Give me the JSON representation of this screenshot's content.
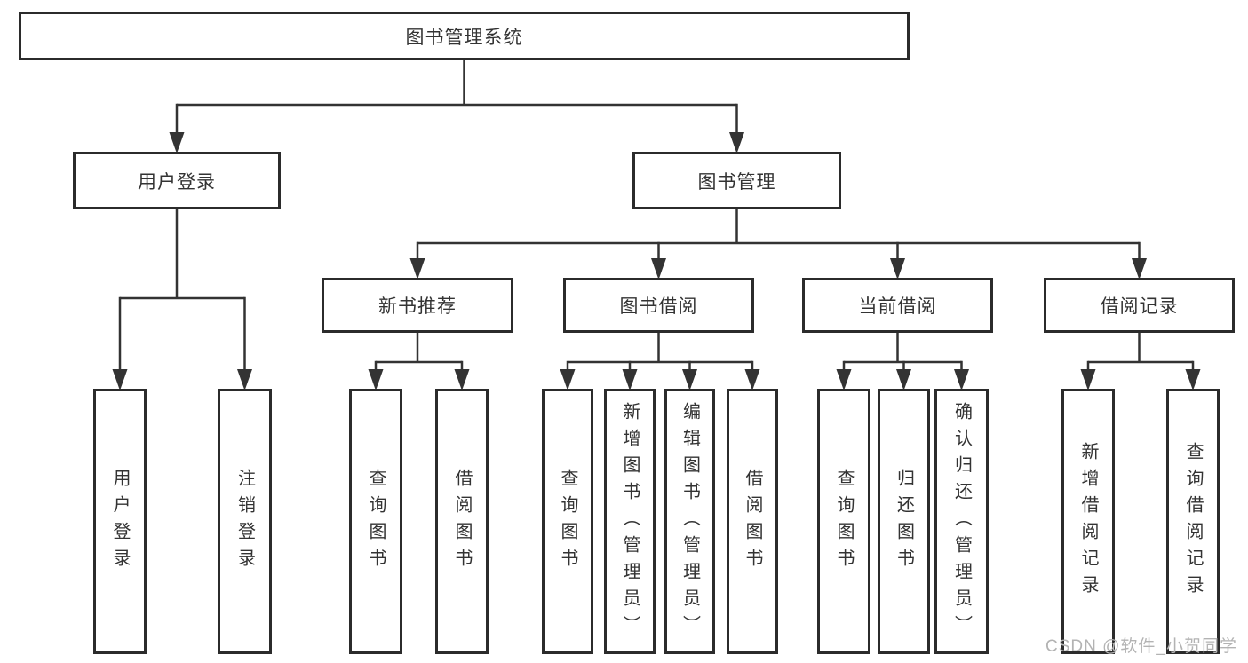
{
  "diagram": {
    "title": "图书管理系统",
    "nodes": [
      {
        "id": "root",
        "label": "图书管理系统",
        "parent": null
      },
      {
        "id": "user-login-branch",
        "label": "用户登录",
        "parent": "root"
      },
      {
        "id": "book-mgmt",
        "label": "图书管理",
        "parent": "root"
      },
      {
        "id": "new-book-rec",
        "label": "新书推荐",
        "parent": "book-mgmt"
      },
      {
        "id": "book-borrow",
        "label": "图书借阅",
        "parent": "book-mgmt"
      },
      {
        "id": "current-borrow",
        "label": "当前借阅",
        "parent": "book-mgmt"
      },
      {
        "id": "borrow-records",
        "label": "借阅记录",
        "parent": "book-mgmt"
      },
      {
        "id": "leaf-user-login",
        "label": "用户登录",
        "parent": "user-login-branch"
      },
      {
        "id": "leaf-logout",
        "label": "注销登录",
        "parent": "user-login-branch"
      },
      {
        "id": "leaf-query-books-rec",
        "label": "查询图书",
        "parent": "new-book-rec"
      },
      {
        "id": "leaf-borrow-books-rec",
        "label": "借阅图书",
        "parent": "new-book-rec"
      },
      {
        "id": "leaf-query-books-borrow",
        "label": "查询图书",
        "parent": "book-borrow"
      },
      {
        "id": "leaf-add-books",
        "label": "新增图书（管理员）",
        "parent": "book-borrow"
      },
      {
        "id": "leaf-edit-books",
        "label": "编辑图书（管理员）",
        "parent": "book-borrow"
      },
      {
        "id": "leaf-borrow-books",
        "label": "借阅图书",
        "parent": "book-borrow"
      },
      {
        "id": "leaf-query-books-current",
        "label": "查询图书",
        "parent": "current-borrow"
      },
      {
        "id": "leaf-return-books",
        "label": "归还图书",
        "parent": "current-borrow"
      },
      {
        "id": "leaf-confirm-return",
        "label": "确认归还（管理员）",
        "parent": "current-borrow"
      },
      {
        "id": "leaf-add-borrow-record",
        "label": "新增借阅记录",
        "parent": "borrow-records"
      },
      {
        "id": "leaf-query-borrow-record",
        "label": "查询借阅记录",
        "parent": "borrow-records"
      }
    ]
  },
  "watermark": {
    "text": "CSDN @软件_小贺同学",
    "color": "#b3b3b3"
  },
  "colors": {
    "line": "#333333",
    "box_border": "#2b2b2b",
    "box_fill": "#ffffff",
    "text": "#333333",
    "background": "#ffffff"
  }
}
